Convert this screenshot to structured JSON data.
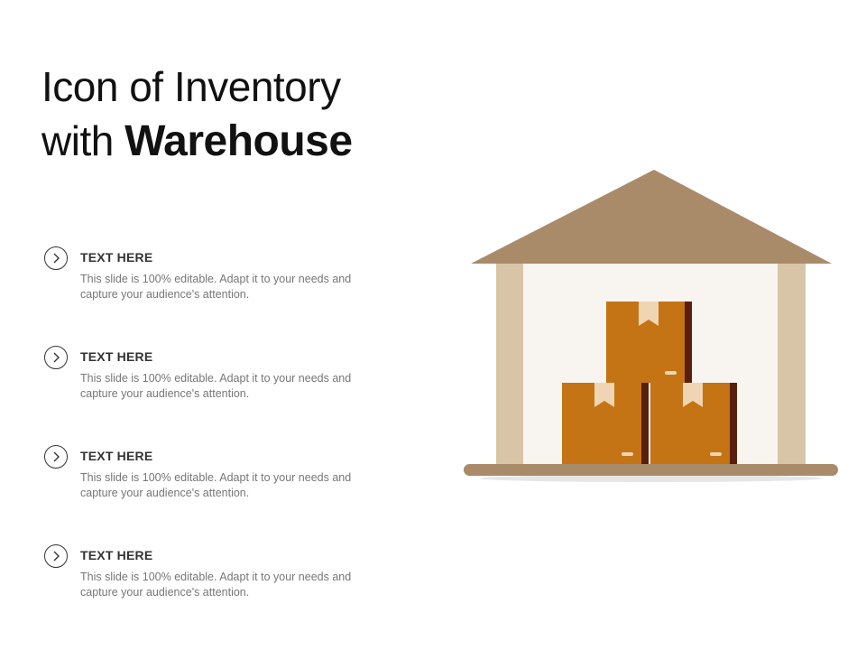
{
  "title": {
    "line1": "Icon of Inventory",
    "line2_prefix": "with",
    "line2_bold": "Warehouse"
  },
  "items": [
    {
      "heading": "TEXT HERE",
      "body": "This slide is 100% editable. Adapt it to your needs and capture your audience's attention."
    },
    {
      "heading": "TEXT HERE",
      "body": "This slide is 100% editable. Adapt it to your needs and capture your audience's attention."
    },
    {
      "heading": "TEXT HERE",
      "body": "This slide is 100% editable. Adapt it to your needs and capture your audience's attention."
    },
    {
      "heading": "TEXT HERE",
      "body": "This slide is 100% editable. Adapt it to your needs and capture your audience's attention."
    }
  ],
  "icons": {
    "bullet": "chevron-right-circle-icon",
    "illustration": "warehouse-icon"
  },
  "colors": {
    "roof": "#A98B6A",
    "pillar": "#D8C5A8",
    "interior": "#F8F5F1",
    "floor": "#A98B6A",
    "box": "#C47414",
    "box_dark": "#5A1E0C",
    "tape": "#F0D5B4"
  }
}
